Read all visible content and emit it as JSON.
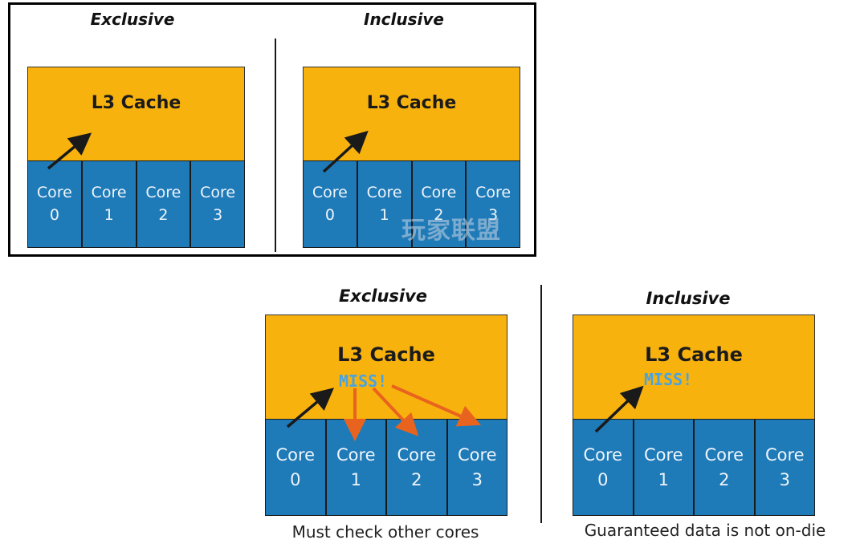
{
  "top": {
    "left": {
      "heading": "Exclusive",
      "cache_label": "L3 Cache",
      "cores": [
        {
          "name": "Core",
          "num": "0"
        },
        {
          "name": "Core",
          "num": "1"
        },
        {
          "name": "Core",
          "num": "2"
        },
        {
          "name": "Core",
          "num": "3"
        }
      ]
    },
    "right": {
      "heading": "Inclusive",
      "cache_label": "L3 Cache",
      "cores": [
        {
          "name": "Core",
          "num": "0"
        },
        {
          "name": "Core",
          "num": "1"
        },
        {
          "name": "Core",
          "num": "2"
        },
        {
          "name": "Core",
          "num": "3"
        }
      ]
    },
    "watermark": "玩家联盟"
  },
  "bottom": {
    "left": {
      "heading": "Exclusive",
      "cache_label": "L3 Cache",
      "miss": "MISS!",
      "caption": "Must check other cores",
      "cores": [
        {
          "name": "Core",
          "num": "0"
        },
        {
          "name": "Core",
          "num": "1"
        },
        {
          "name": "Core",
          "num": "2"
        },
        {
          "name": "Core",
          "num": "3"
        }
      ]
    },
    "right": {
      "heading": "Inclusive",
      "cache_label": "L3 Cache",
      "miss": "MISS!",
      "caption": "Guaranteed data is not on-die",
      "cores": [
        {
          "name": "Core",
          "num": "0"
        },
        {
          "name": "Core",
          "num": "1"
        },
        {
          "name": "Core",
          "num": "2"
        },
        {
          "name": "Core",
          "num": "3"
        }
      ]
    }
  },
  "colors": {
    "cache": "#f8b20e",
    "core": "#1f7ab8",
    "miss_text": "#4aa3df",
    "probe_arrow": "#e8641e",
    "request_arrow": "#1a1a1a"
  }
}
